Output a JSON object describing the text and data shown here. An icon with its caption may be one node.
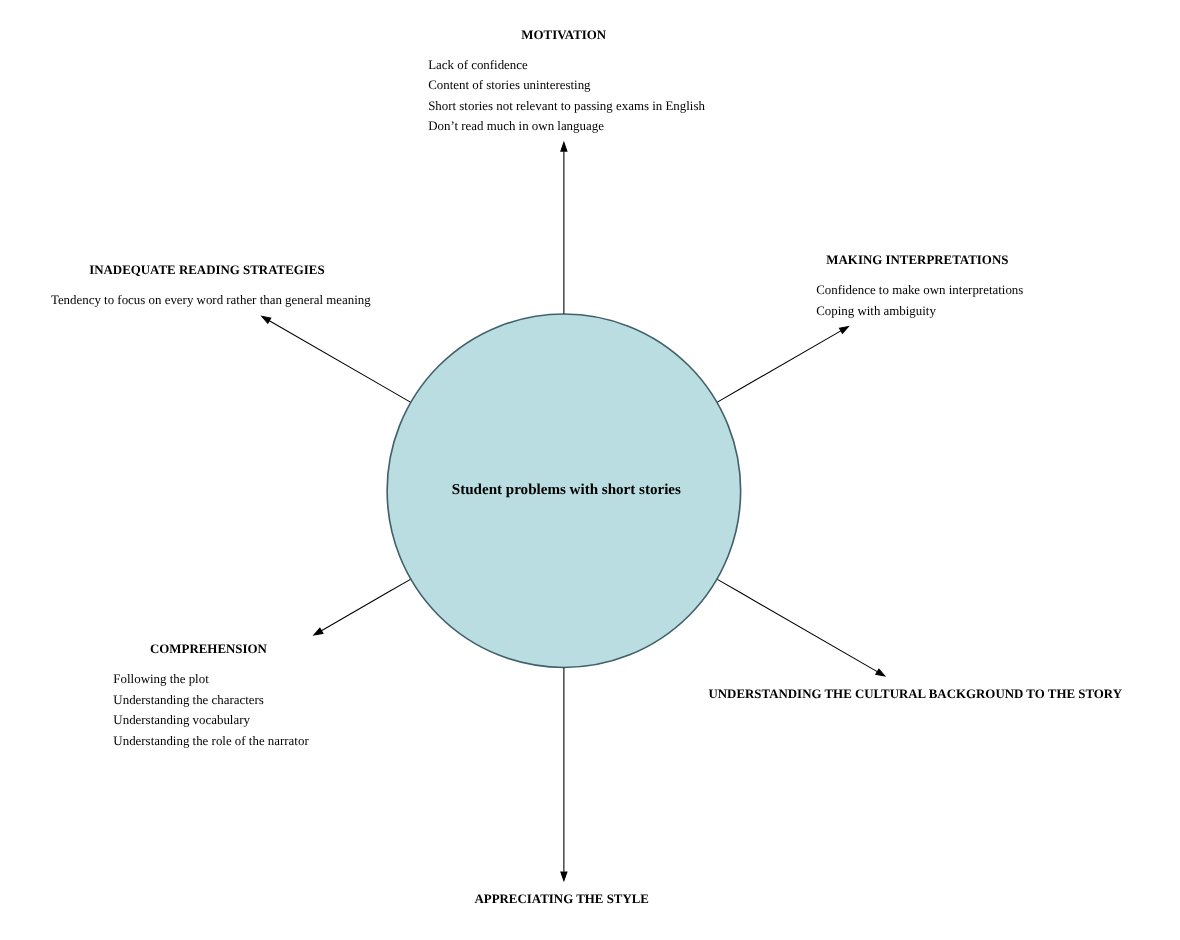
{
  "diagram": {
    "nodes": [
      {
        "text": [
          "Student problems with short stories"
        ]
      },
      {
        "text": [
          "MAKING INTERPRETATIONS"
        ],
        "beside": [
          "Confidence to make own interpretations",
          "Coping with ambiguity"
        ]
      },
      {
        "text": [
          "MOTIVATION"
        ],
        "beside": [
          "Lack of confidence",
          "Content of stories uninteresting",
          "Short stories not relevant to passing exams in English",
          "Don’t read much in own language"
        ]
      },
      {
        "text": [
          "INADEQUATE READING STRATEGIES"
        ],
        "beside": [
          "Tendency to focus on every word rather than general meaning"
        ]
      },
      {
        "text": [
          "COMPREHENSION"
        ],
        "beside": [
          "Following the plot",
          "Understanding the characters",
          "Understanding vocabulary",
          "Understanding the role of the narrator"
        ]
      },
      {
        "text": [
          "APPRECIATING THE STYLE"
        ]
      },
      {
        "text": [
          "UNDERSTANDING THE CULTURAL BACKGROUND TO THE STORY"
        ]
      }
    ],
    "edges": [
      {
        "from": 0,
        "to": 1,
        "arrow": "to"
      },
      {
        "from": 0,
        "to": 2,
        "arrow": "to"
      },
      {
        "from": 0,
        "to": 3,
        "arrow": "to"
      },
      {
        "from": 0,
        "to": 4,
        "arrow": "to"
      },
      {
        "from": 0,
        "to": 5,
        "arrow": "to"
      },
      {
        "from": 0,
        "to": 6,
        "arrow": "to"
      }
    ]
  }
}
